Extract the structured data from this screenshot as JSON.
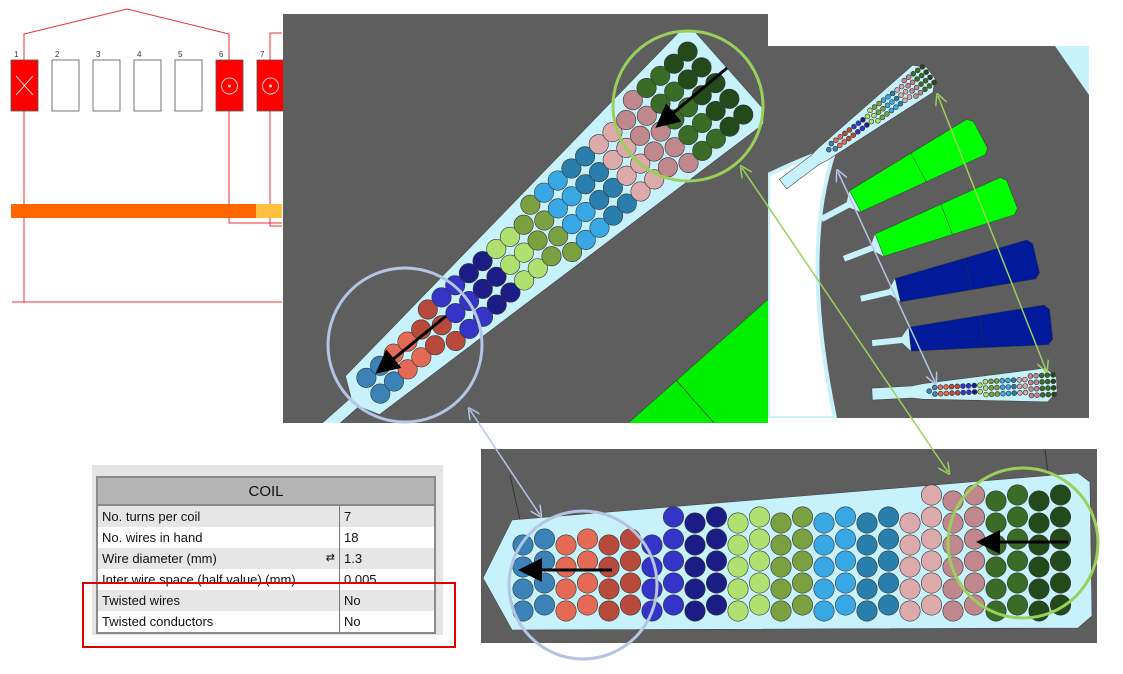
{
  "winding": {
    "slot_numbers": [
      "1",
      "2",
      "3",
      "4",
      "5",
      "6",
      "7"
    ],
    "colors": {
      "conductor": "#ff0000",
      "line": "#e83030",
      "bar": "#ff6600",
      "bar_end": "#ffc040"
    }
  },
  "coil_table": {
    "title": "COIL",
    "rows": [
      {
        "label": "No. turns per coil",
        "value": "7"
      },
      {
        "label": "No. wires in hand",
        "value": "18"
      },
      {
        "label": "Wire diameter (mm)",
        "value": "1.3"
      },
      {
        "label": "Inter wire space (half value) (mm)",
        "value": "0.005"
      },
      {
        "label": "Twisted wires",
        "value": "No"
      },
      {
        "label": "Twisted conductors",
        "value": "No"
      }
    ]
  },
  "colors": {
    "panel_bg": "#5e5e5e",
    "slot": "#c8f2fb",
    "green": "#00ff00",
    "navy": "#001a99",
    "ring_blue": "#b4c4e4",
    "ring_green": "#9ad05a",
    "highlight": "#e00000",
    "wire_groups": [
      "#3a82b8",
      "#e46a55",
      "#b84a3c",
      "#3434c8",
      "#1c1c86",
      "#b0e070",
      "#7aa040",
      "#38a8e4",
      "#2a7eac",
      "#dcaaaa",
      "#c0888c",
      "#3a6c28",
      "#244a1c"
    ]
  }
}
